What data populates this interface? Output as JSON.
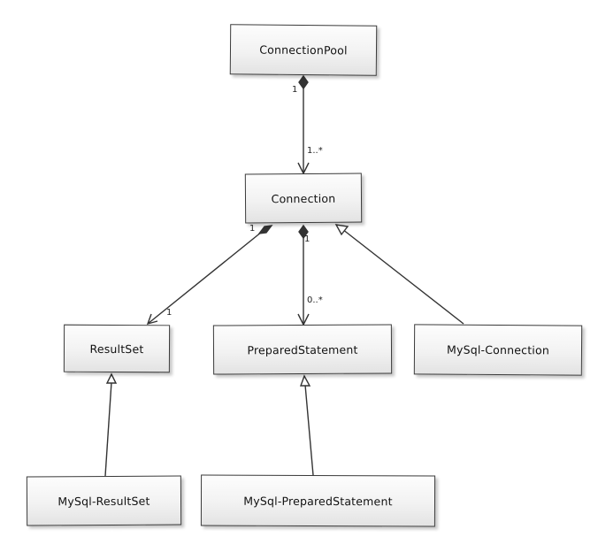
{
  "classes": {
    "connection_pool": "ConnectionPool",
    "connection": "Connection",
    "result_set": "ResultSet",
    "prepared_statement": "PreparedStatement",
    "mysql_connection": "MySql-Connection",
    "mysql_result_set": "MySql-ResultSet",
    "mysql_prepared_statement": "MySql-PreparedStatement"
  },
  "multiplicities": {
    "pool_side": "1",
    "connection_side": "1..*",
    "connection_rs_side": "1",
    "connection_ps_side": "1",
    "result_set_side": "1",
    "prepared_statement_side": "0..*"
  },
  "colors": {
    "stroke": "#333333",
    "box_fill": "#f2f2f2"
  }
}
